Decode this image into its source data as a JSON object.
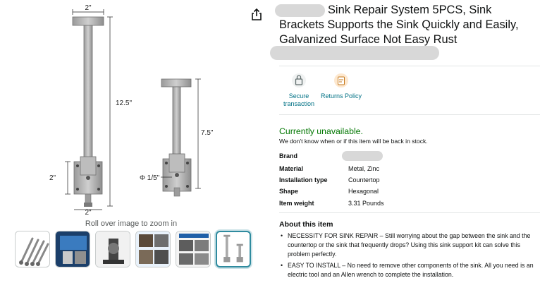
{
  "product": {
    "title": "Sink Repair System 5PCS, Sink Brackets Supports the Sink Quickly and Easily, Galvanized Surface Not Easy Rust"
  },
  "gallery": {
    "zoom_hint": "Roll over image to zoom in",
    "dimensions": {
      "top_width": "2\"",
      "tall_height": "12.5\"",
      "short_height": "7.5\"",
      "plate_height": "2\"",
      "plate_width": "2\"",
      "rod_diameter": "Φ 1/5\""
    },
    "thumbnails": [
      {
        "name": "thumb-1"
      },
      {
        "name": "thumb-2"
      },
      {
        "name": "thumb-3"
      },
      {
        "name": "thumb-4"
      },
      {
        "name": "thumb-5"
      },
      {
        "name": "thumb-6"
      }
    ]
  },
  "trust": {
    "secure": "Secure transaction",
    "returns": "Returns Policy"
  },
  "availability": {
    "status": "Currently unavailable.",
    "note": "We don't know when or if this item will be back in stock."
  },
  "specs": [
    {
      "label": "Brand",
      "value": ""
    },
    {
      "label": "Material",
      "value": "Metal, Zinc"
    },
    {
      "label": "Installation type",
      "value": "Countertop"
    },
    {
      "label": "Shape",
      "value": "Hexagonal"
    },
    {
      "label": "Item weight",
      "value": "3.31 Pounds"
    }
  ],
  "about": {
    "heading": "About this item",
    "bullets": [
      "NECESSITY FOR SINK REPAIR – Still worrying about the gap between the sink and the countertop or the sink that frequently drops? Using this sink support kit can solve this problem perfectly.",
      "EASY TO INSTALL – No need to remove other components of the sink. All you need is an electric tool and an Allen wrench to complete the installation."
    ]
  },
  "colors": {
    "link": "#007185",
    "available": "#007600",
    "selected_thumb": "#2f8b9f"
  }
}
